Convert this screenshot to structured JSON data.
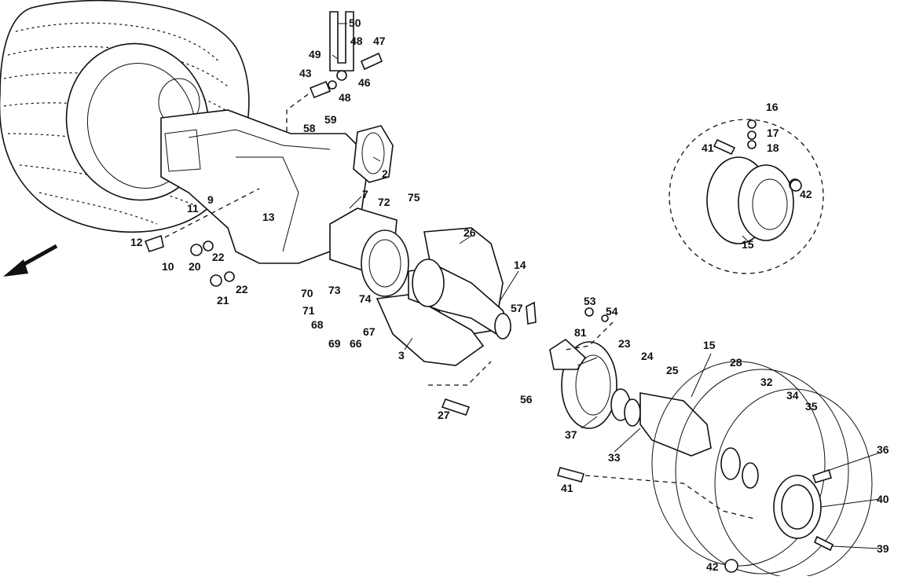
{
  "labels": {
    "l2": "2",
    "l3": "3",
    "l7": "7",
    "l9": "9",
    "l10": "10",
    "l11": "11",
    "l12": "12",
    "l13": "13",
    "l14": "14",
    "l15a": "15",
    "l15b": "15",
    "l16": "16",
    "l17": "17",
    "l18": "18",
    "l20": "20",
    "l21": "21",
    "l22a": "22",
    "l22b": "22",
    "l23": "23",
    "l24": "24",
    "l25": "25",
    "l26": "26",
    "l27": "27",
    "l28": "28",
    "l32": "32",
    "l33": "33",
    "l34": "34",
    "l35": "35",
    "l36": "36",
    "l37": "37",
    "l39": "39",
    "l40": "40",
    "l41a": "41",
    "l41b": "41",
    "l42a": "42",
    "l42b": "42",
    "l43": "43",
    "l46": "46",
    "l47": "47",
    "l48a": "48",
    "l48b": "48",
    "l49": "49",
    "l50": "50",
    "l53": "53",
    "l54": "54",
    "l56": "56",
    "l57": "57",
    "l58": "58",
    "l59": "59",
    "l66": "66",
    "l67": "67",
    "l68": "68",
    "l69": "69",
    "l70": "70",
    "l71": "71",
    "l72": "72",
    "l73": "73",
    "l74": "74",
    "l75": "75",
    "l81": "81"
  },
  "icons": {
    "direction": "arrow-left-down-icon"
  },
  "colors": {
    "ink": "#111111",
    "paper": "#ffffff"
  }
}
